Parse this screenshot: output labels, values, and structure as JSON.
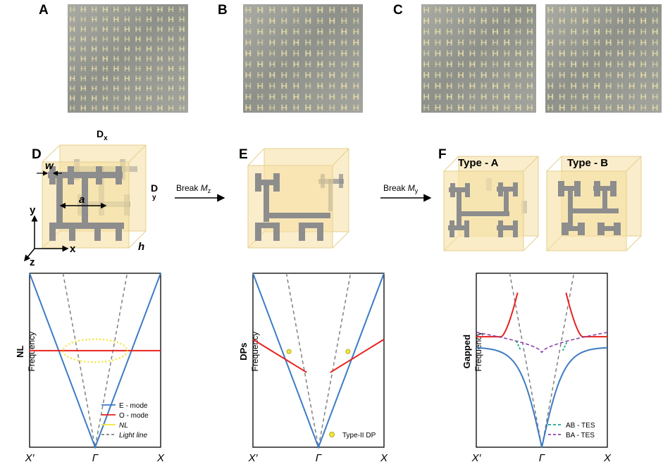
{
  "panels": {
    "A": {
      "label": "A"
    },
    "B": {
      "label": "B"
    },
    "C": {
      "label": "C"
    },
    "D": {
      "label": "D",
      "dx": "D",
      "dx_sub": "x",
      "dy": "D",
      "dy_sub": "y",
      "w": "w",
      "a": "a",
      "h": "h",
      "axis_x": "x",
      "axis_y": "y",
      "axis_z": "z"
    },
    "E": {
      "label": "E"
    },
    "F": {
      "label": "F",
      "type_a": "Type - A",
      "type_b": "Type - B"
    }
  },
  "arrows": {
    "break_mz": {
      "text": "Break ",
      "sym": "M",
      "sub": "z"
    },
    "break_my": {
      "text": "Break ",
      "sym": "M",
      "sub": "y"
    }
  },
  "colors": {
    "e_mode": "#3d7cc4",
    "o_mode": "#e8221f",
    "nl": "#f0e640",
    "light_line": "#808080",
    "ab_tes": "#17a98a",
    "ba_tes": "#8e44ad",
    "box_fill": "#f5dfa0",
    "structure": "#8d8d8d"
  },
  "chart_data": [
    {
      "type": "line",
      "panel": "D",
      "ylabel": "NL",
      "ylabel2": "Frequency",
      "x_ticks": [
        "X′",
        "Γ",
        "X"
      ],
      "series": [
        {
          "name": "E - mode",
          "color": "#3d7cc4",
          "style": "solid",
          "points": [
            [
              -1,
              1.0
            ],
            [
              0,
              0
            ],
            [
              1,
              1.0
            ]
          ]
        },
        {
          "name": "O - mode",
          "color": "#e8221f",
          "style": "solid",
          "points": [
            [
              -1,
              0.555
            ],
            [
              1,
              0.555
            ]
          ]
        },
        {
          "name": "NL",
          "color": "#f0e640",
          "style": "dotted-ellipse",
          "center": [
            0,
            0.555
          ],
          "radius": [
            0.49,
            0.066
          ]
        },
        {
          "name": "Light line",
          "color": "#808080",
          "style": "dashed",
          "points": [
            [
              -0.49,
              1.0
            ],
            [
              0,
              0
            ],
            [
              0.49,
              1.0
            ]
          ]
        }
      ],
      "legend": "bottom-right"
    },
    {
      "type": "line",
      "panel": "E",
      "ylabel": "DPs",
      "ylabel2": "Frequency",
      "x_ticks": [
        "X′",
        "Γ",
        "X"
      ],
      "series": [
        {
          "name": "E - mode",
          "color": "#3d7cc4",
          "style": "solid",
          "points": [
            [
              -1,
              1.0
            ],
            [
              0,
              0
            ],
            [
              1,
              1.0
            ]
          ]
        },
        {
          "name": "O - mode",
          "color": "#e8221f",
          "style": "solid",
          "segments": [
            [
              [
                -1,
                0.62
              ],
              [
                -0.18,
                0.43
              ]
            ],
            [
              [
                0.18,
                0.43
              ],
              [
                1,
                0.62
              ]
            ]
          ]
        },
        {
          "name": "Light line",
          "color": "#808080",
          "style": "dashed",
          "points": [
            [
              -0.49,
              1.0
            ],
            [
              0,
              0
            ],
            [
              0.49,
              1.0
            ]
          ]
        },
        {
          "name": "Type-II DP",
          "type": "marker",
          "color": "#f0e640",
          "points": [
            [
              -0.45,
              0.55
            ],
            [
              0.45,
              0.55
            ]
          ]
        }
      ],
      "legend": "bottom-right"
    },
    {
      "type": "line",
      "panel": "F",
      "ylabel": "Gapped",
      "ylabel2": "Frequency",
      "x_ticks": [
        "X′",
        "Γ",
        "X"
      ],
      "series": [
        {
          "name": "E - mode",
          "color": "#3d7cc4",
          "style": "solid",
          "curve": "lower-branch",
          "plateau": 0.575
        },
        {
          "name": "O - mode",
          "color": "#e8221f",
          "style": "solid",
          "curve": "upper-branch",
          "min": 0.625
        },
        {
          "name": "Light line",
          "color": "#808080",
          "style": "dashed",
          "points": [
            [
              -0.49,
              1.0
            ],
            [
              0,
              0
            ],
            [
              0.49,
              1.0
            ]
          ]
        },
        {
          "name": "AB - TES",
          "color": "#17a98a",
          "style": "dashed",
          "segments": [
            [
              [
                -0.39,
                0.61
              ],
              [
                -0.32,
                0.555
              ]
            ],
            [
              [
                0.32,
                0.555
              ],
              [
                0.39,
                0.61
              ]
            ]
          ]
        },
        {
          "name": "BA - TES",
          "color": "#8e44ad",
          "style": "dashed",
          "curve": "middle",
          "start": 0.66,
          "end": 0.545
        }
      ],
      "legend": "bottom-right"
    }
  ]
}
